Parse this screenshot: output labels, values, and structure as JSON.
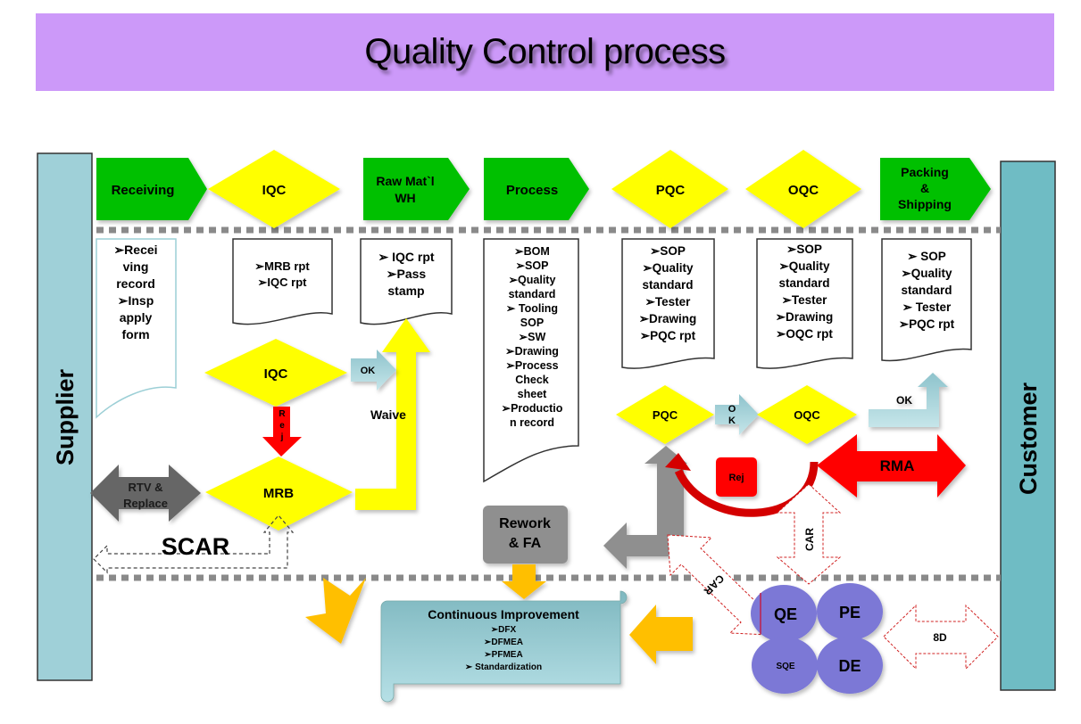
{
  "title": "Quality Control process",
  "colors": {
    "title_bg": "#cc99f9",
    "stage_green": "#00c000",
    "decision_yellow": "#ffff00",
    "supplier_blue": "#9fd0d8",
    "customer_teal": "#6fbcc4",
    "reject_red": "#ff0000",
    "ok_arrow": "#a8d4dc",
    "gray": "#8a8a8a",
    "improvement_orange": "#ffbf00",
    "team_purple": "#7b78d6"
  },
  "sides": {
    "supplier": "Supplier",
    "customer": "Customer"
  },
  "stages": [
    {
      "label": "Receiving",
      "shape": "pentagon"
    },
    {
      "label": "IQC",
      "shape": "diamond"
    },
    {
      "label": "Raw Mat`l WH",
      "lines": [
        "Raw Mat`l",
        "WH"
      ],
      "shape": "pentagon"
    },
    {
      "label": "Process",
      "shape": "pentagon"
    },
    {
      "label": "PQC",
      "shape": "diamond"
    },
    {
      "label": "OQC",
      "shape": "diamond"
    },
    {
      "label": "Packing & Shipping",
      "lines": [
        "Packing",
        "&",
        "Shipping"
      ],
      "shape": "pentagon"
    }
  ],
  "documents": [
    {
      "stage": "Receiving",
      "lines": [
        "➢Recei",
        "ving",
        "record",
        "➢Insp",
        "apply",
        "form"
      ]
    },
    {
      "stage": "IQC",
      "lines": [
        "➢MRB rpt",
        "➢IQC rpt"
      ]
    },
    {
      "stage": "Raw Mat`l WH",
      "lines": [
        "➢ IQC rpt",
        "➢Pass",
        "stamp"
      ]
    },
    {
      "stage": "Process",
      "lines": [
        "➢BOM",
        "➢SOP",
        "➢Quality",
        "standard",
        "➢ Tooling",
        "SOP",
        "➢SW",
        "➢Drawing",
        "➢Process",
        "Check",
        "sheet",
        "➢Productio",
        "n record"
      ]
    },
    {
      "stage": "PQC",
      "lines": [
        "➢SOP",
        "➢Quality",
        "standard",
        "➢Tester",
        "➢Drawing",
        "➢PQC rpt"
      ]
    },
    {
      "stage": "OQC",
      "lines": [
        "➢SOP",
        "➢Quality",
        "standard",
        "➢Tester",
        "➢Drawing",
        "➢OQC rpt"
      ]
    },
    {
      "stage": "Packing & Shipping",
      "lines": [
        "➢ SOP",
        "➢Quality",
        "standard",
        "➢ Tester",
        "➢PQC rpt"
      ]
    }
  ],
  "flow": {
    "iqc_decision": "IQC",
    "iqc_ok": "OK",
    "iqc_reject": [
      "R",
      "e",
      "j"
    ],
    "mrb_decision": "MRB",
    "waive": "Waive",
    "rtv": [
      "RTV &",
      "Replace"
    ],
    "scar": "SCAR",
    "pqc_decision": "PQC",
    "pqc_ok": [
      "O",
      "K"
    ],
    "oqc_decision": "OQC",
    "ship_ok": "OK",
    "reject_label": "Rej",
    "rma": "RMA",
    "rework": [
      "Rework",
      "& FA"
    ],
    "car_vertical": "CAR",
    "car_diagonal": "CAR",
    "eight_d": "8D"
  },
  "continuous_improvement": {
    "title": "Continuous Improvement",
    "items": [
      "➢DFX",
      "➢DFMEA",
      "➢PFMEA",
      "➢ Standardization"
    ]
  },
  "team": [
    {
      "label": "QE"
    },
    {
      "label": "PE"
    },
    {
      "label": "SQE"
    },
    {
      "label": "DE"
    }
  ]
}
